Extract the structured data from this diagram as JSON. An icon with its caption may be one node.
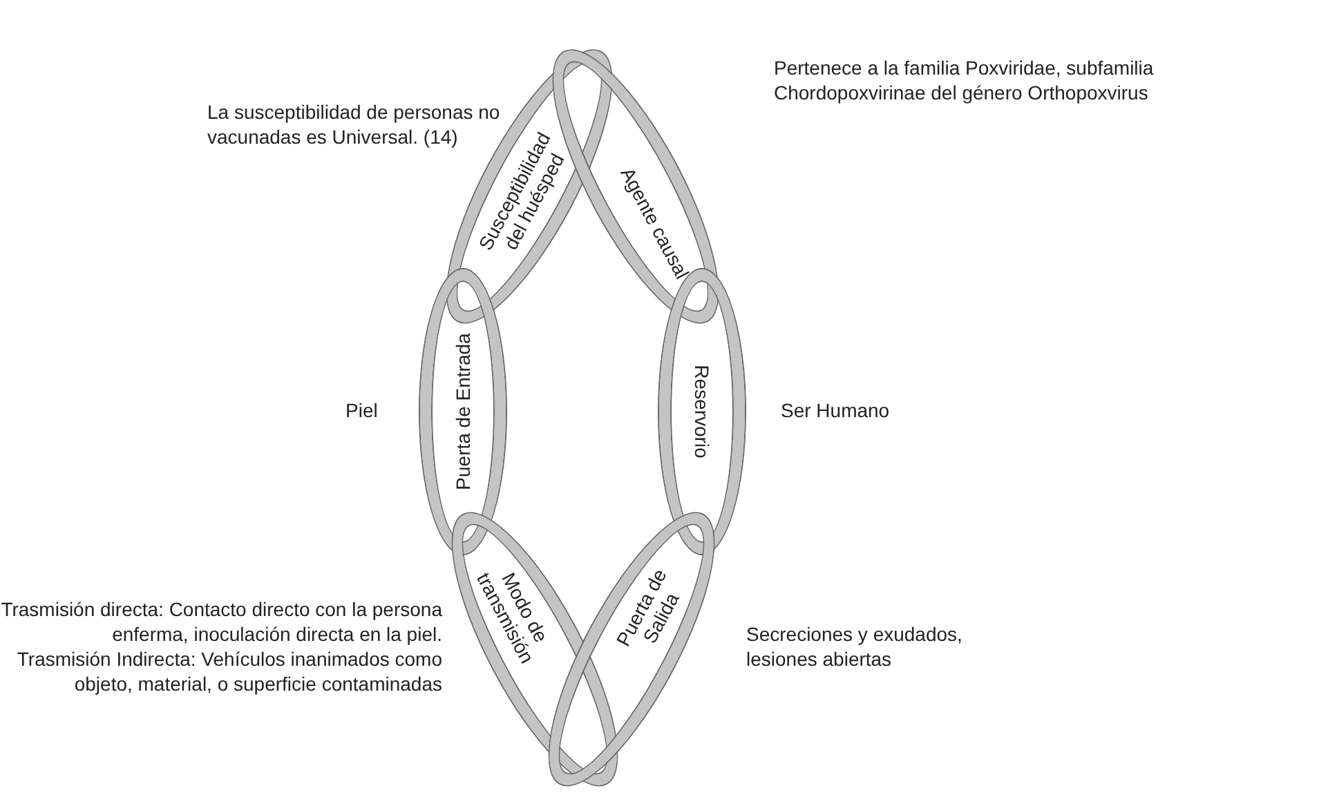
{
  "diagram": {
    "nodes": [
      {
        "text": [
          "Susceptibilidad del huésped"
        ],
        "beside": [
          "La susceptibilidad de personas no vacunadas es Universal. (14)"
        ]
      },
      {
        "text": [
          "Agente causal"
        ],
        "beside": [
          "Pertenece a la familia Poxviridae, subfamilia Chordopoxvirinae del género Orthopoxvirus"
        ]
      },
      {
        "text": [
          "Puerta de Entrada"
        ],
        "beside": [
          "Piel"
        ]
      },
      {
        "text": [
          "Reservorio"
        ],
        "beside": [
          "Ser Humano"
        ]
      },
      {
        "text": [
          "Modo de transmisión"
        ],
        "beside": [
          "Trasmisión directa: Contacto directo con la persona enferma, inoculación directa en la piel.",
          "Trasmisión Indirecta: Vehículos inanimados como objeto, material, o superficie contaminadas"
        ]
      },
      {
        "text": [
          "Puerta de Salida"
        ],
        "beside": [
          "Secreciones y exudados, lesiones abiertas"
        ]
      }
    ]
  }
}
